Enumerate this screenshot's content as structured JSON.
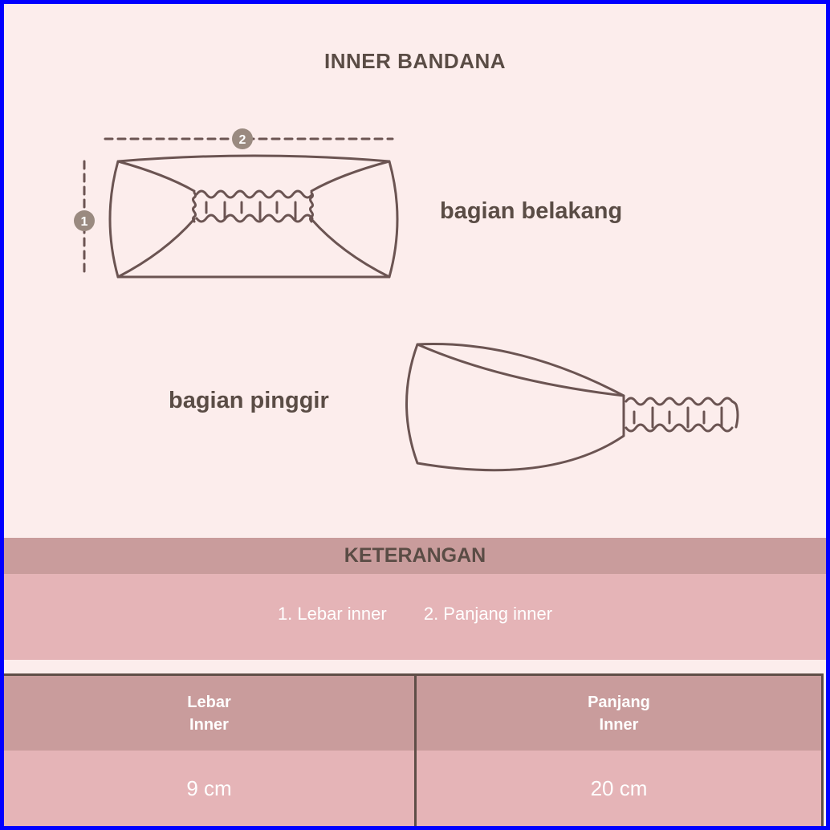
{
  "title": "INNER BANDANA",
  "diagram": {
    "back_view_label": "bagian belakang",
    "side_view_label": "bagian pinggir",
    "marker_1": "1",
    "marker_2": "2",
    "line_color": "#6b5452",
    "marker_color": "#9a8a80"
  },
  "legend": {
    "heading": "KETERANGAN",
    "items": [
      "1. Lebar inner",
      "2. Panjang inner"
    ]
  },
  "size_table": {
    "headers": [
      {
        "line1": "Lebar",
        "line2": "Inner"
      },
      {
        "line1": "Panjang",
        "line2": "Inner"
      }
    ],
    "values": [
      "9 cm",
      "20 cm"
    ]
  }
}
